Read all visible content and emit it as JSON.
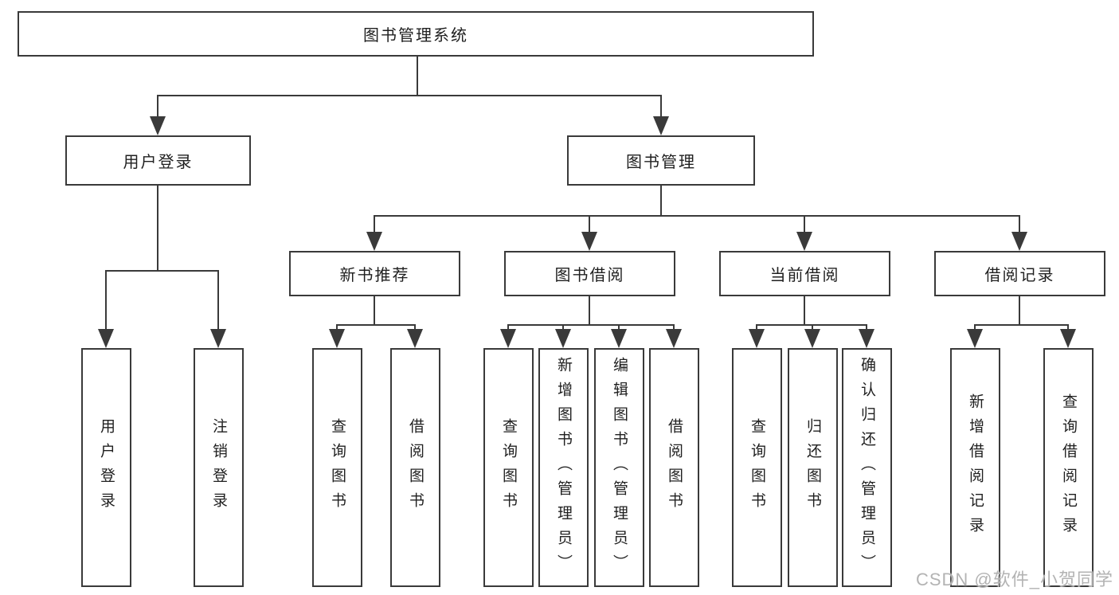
{
  "diagram": {
    "type": "tree",
    "root": {
      "label": "图书管理系统"
    },
    "branches": [
      {
        "label": "用户登录",
        "children": [
          {
            "label": "用户登录"
          },
          {
            "label": "注销登录"
          }
        ]
      },
      {
        "label": "图书管理",
        "children": [
          {
            "label": "新书推荐",
            "children": [
              {
                "label": "查询图书"
              },
              {
                "label": "借阅图书"
              }
            ]
          },
          {
            "label": "图书借阅",
            "children": [
              {
                "label": "查询图书"
              },
              {
                "label": "新增图书（管理员）"
              },
              {
                "label": "编辑图书（管理员）"
              },
              {
                "label": "借阅图书"
              }
            ]
          },
          {
            "label": "当前借阅",
            "children": [
              {
                "label": "查询图书"
              },
              {
                "label": "归还图书"
              },
              {
                "label": "确认归还（管理员）"
              }
            ]
          },
          {
            "label": "借阅记录",
            "children": [
              {
                "label": "新增借阅记录"
              },
              {
                "label": "查询借阅记录"
              }
            ]
          }
        ]
      }
    ]
  },
  "colors": {
    "line": "#3a3a3a",
    "text": "#1f1f1f",
    "background": "#ffffff",
    "watermark": "#b3b3b3"
  },
  "watermark": {
    "text": "CSDN @软件_小贺同学"
  }
}
